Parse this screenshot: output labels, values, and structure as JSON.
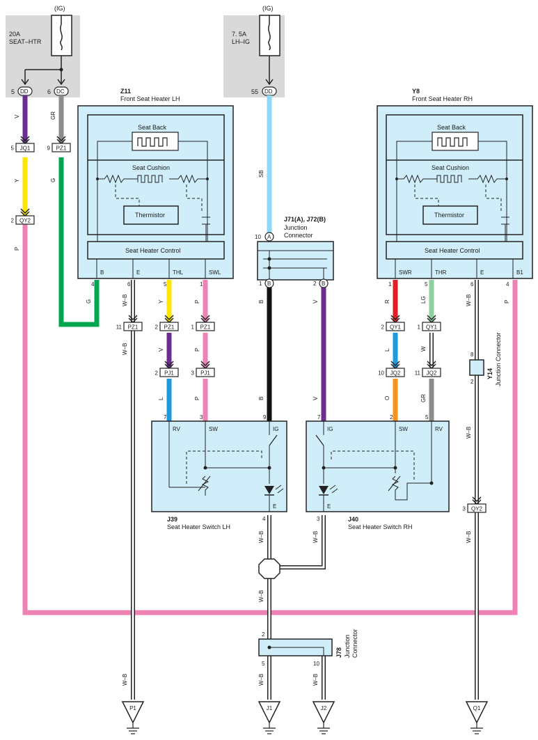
{
  "fuses": [
    {
      "ig": "(IG)",
      "rating": "20A",
      "name": "SEAT–HTR"
    },
    {
      "ig": "(IG)",
      "rating": "7. 5A",
      "name": "LH–IG"
    }
  ],
  "fuse_pins": {
    "dd_left": "DD",
    "dd_left_pin": "5",
    "dc": "DC",
    "dc_pin": "6",
    "dd_right": "DD",
    "dd_right_pin": "55"
  },
  "components": {
    "z11": {
      "id": "Z11",
      "name": "Front Seat Heater LH",
      "seat_back": "Seat Back",
      "seat_cushion": "Seat Cushion",
      "thermistor": "Thermistor",
      "control": "Seat Heater Control",
      "terms": [
        "B",
        "E",
        "THL",
        "SWL"
      ],
      "pins": [
        "4",
        "6",
        "5",
        "1"
      ]
    },
    "y8": {
      "id": "Y8",
      "name": "Front Seat Heater RH",
      "seat_back": "Seat Back",
      "seat_cushion": "Seat Cushion",
      "thermistor": "Thermistor",
      "control": "Seat Heater Control",
      "terms": [
        "SWR",
        "THR",
        "E",
        "B1"
      ],
      "pins": [
        "1",
        "5",
        "6",
        "4"
      ]
    },
    "j71": {
      "id": "J71(A), J72(B)",
      "name1": "Junction",
      "name2": "Connector",
      "pinA": "10",
      "pinB1": "1",
      "pinB2": "2",
      "a": "A",
      "b": "B"
    },
    "j39": {
      "id": "J39",
      "name": "Seat Heater Switch LH",
      "terms": [
        "RV",
        "SW",
        "IG",
        "E"
      ],
      "pins": [
        "7",
        "3",
        "9",
        "4"
      ]
    },
    "j40": {
      "id": "J40",
      "name": "Seat Heater Switch RH",
      "terms": [
        "IG",
        "SW",
        "RV",
        "E"
      ],
      "pins": [
        "7",
        "2",
        "5",
        "3"
      ]
    },
    "y14": {
      "id": "Y14",
      "name": "Junction Connector",
      "pin_top": "8",
      "pin_bot": "2"
    },
    "j78": {
      "id": "J78",
      "name": "Junction Connector",
      "pin_top": "2",
      "pin_l": "5",
      "pin_r": "10"
    }
  },
  "connectors": {
    "jq1": {
      "label": "JQ1",
      "pin": "5"
    },
    "pz1_top": {
      "label": "PZ1",
      "pin": "9"
    },
    "qy2_left": {
      "label": "QY2",
      "pin": "2"
    },
    "pz1_a": {
      "label": "PZ1",
      "pin": "11"
    },
    "pz1_b": {
      "label": "PZ1",
      "pin": "2"
    },
    "pz1_c": {
      "label": "PZ1",
      "pin": "1"
    },
    "pj1_a": {
      "label": "PJ1",
      "pin": "2"
    },
    "pj1_b": {
      "label": "PJ1",
      "pin": "3"
    },
    "qy1_a": {
      "label": "QY1",
      "pin": "2"
    },
    "qy1_b": {
      "label": "QY1",
      "pin": "1"
    },
    "jq2_a": {
      "label": "JQ2",
      "pin": "10"
    },
    "jq2_b": {
      "label": "JQ2",
      "pin": "11"
    },
    "qy2_right": {
      "label": "QY2",
      "pin": "3"
    }
  },
  "wire_colors": {
    "v1": "V",
    "gr1": "GR",
    "y1": "Y",
    "g1": "G",
    "p1": "P",
    "sb": "SB",
    "g2": "G",
    "wb1": "W–B",
    "y2": "Y",
    "p2": "P",
    "v2": "V",
    "p3": "P",
    "l1": "L",
    "p4": "P",
    "b1": "B",
    "b2": "B",
    "v3": "V",
    "v4": "V",
    "wb_p1": "W–B",
    "r": "R",
    "lg": "LG",
    "l2": "L",
    "w": "W",
    "o": "O",
    "gr2": "GR",
    "wb2": "W–B",
    "p5": "P",
    "wb3": "W–B",
    "wb4": "W–B",
    "wb5": "W–B",
    "wb6": "W–B",
    "wb7": "W–B",
    "wb8": "W–B",
    "wb9": "W–B",
    "wb10": "W–B"
  },
  "grounds": [
    "P1",
    "J1",
    "J2",
    "Q1"
  ],
  "colors": {
    "panel": "#cfeef9",
    "gray_zone": "#d9d9d9",
    "violet": "#6b2d8f",
    "gray": "#8c8c8c",
    "yellow": "#ffe600",
    "green": "#00a650",
    "pink": "#ee82b4",
    "sky": "#8dd8f5",
    "black": "#111111",
    "red": "#e31e24",
    "lightgreen": "#8fd19e",
    "blue": "#1e9be0",
    "orange": "#f7941d",
    "white": "#ffffff"
  }
}
